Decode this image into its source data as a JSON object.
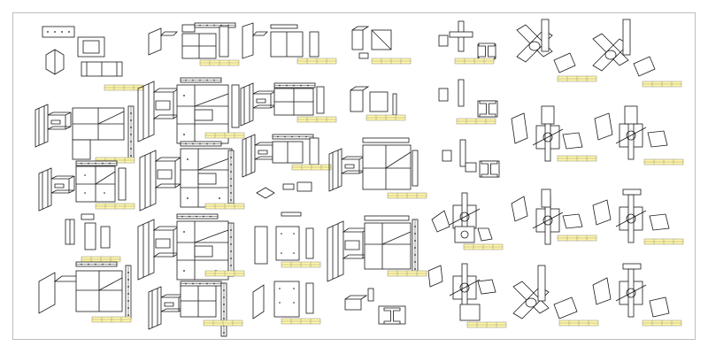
{
  "drawing": {
    "title_block_color": "#fff7a8",
    "line_color": "#1a1a1a",
    "frame_color": "#bdbdbd",
    "background": "#ffffff"
  },
  "sheets": [
    {
      "type": "column-base"
    },
    {
      "type": "beam-column-flange"
    },
    {
      "type": "beam-column-flange"
    },
    {
      "type": "beam-splice"
    },
    {
      "type": "column-web"
    },
    {
      "type": "pipe-joint"
    },
    {
      "type": "pipe-joint"
    },
    {
      "type": "moment-connection-large"
    },
    {
      "type": "moment-connection-large"
    },
    {
      "type": "beam-column-flange"
    },
    {
      "type": "beam-splice"
    },
    {
      "type": "column-web"
    },
    {
      "type": "pipe-node"
    },
    {
      "type": "pipe-node"
    },
    {
      "type": "moment-connection"
    },
    {
      "type": "moment-connection-large"
    },
    {
      "type": "beam-column-flange"
    },
    {
      "type": "splice-plate"
    },
    {
      "type": "moment-connection-large"
    },
    {
      "type": "column-web"
    },
    {
      "type": "pipe-node"
    },
    {
      "type": "pipe-node"
    },
    {
      "type": "column-splice"
    },
    {
      "type": "moment-connection-large"
    },
    {
      "type": "splice-plate-detail"
    },
    {
      "type": "moment-connection-large"
    },
    {
      "type": "pipe-joint"
    },
    {
      "type": "pipe-node"
    },
    {
      "type": "pipe-node"
    },
    {
      "type": "pipe-node"
    },
    {
      "type": "moment-connection"
    },
    {
      "type": "moment-connection-large"
    },
    {
      "type": "beam-column-flange"
    },
    {
      "type": "splice-plate-detail"
    },
    {
      "type": "beam-splice"
    },
    {
      "type": "pipe-joint"
    },
    {
      "type": "pipe-joint"
    },
    {
      "type": "pipe-node"
    }
  ]
}
